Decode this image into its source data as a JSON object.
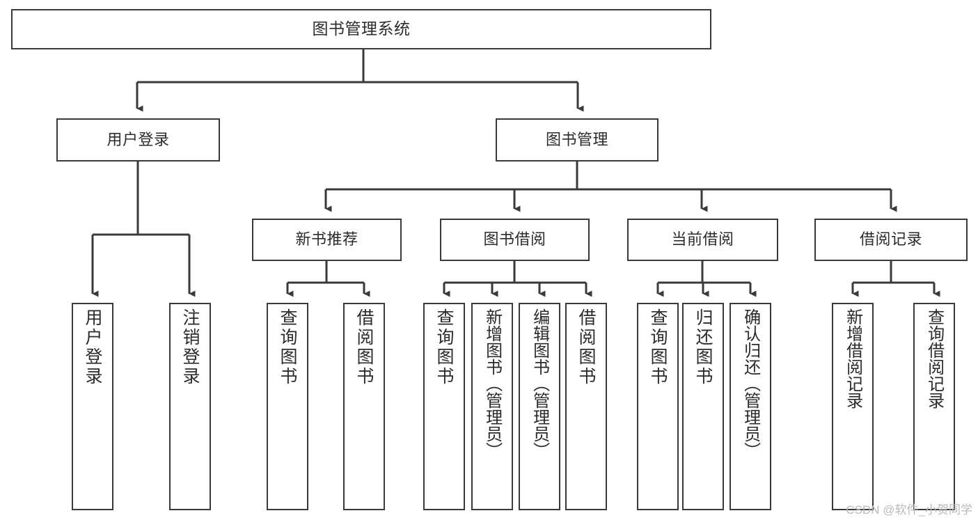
{
  "diagram": {
    "type": "tree",
    "title": "图书管理系统",
    "orientation": "top-down",
    "colors": {
      "stroke": "#3a3a3a",
      "text": "#2b2b2b",
      "background": "#ffffff",
      "watermark": "#b9b9b9"
    },
    "levels": {
      "root": {
        "label": "图书管理系统"
      },
      "level1": [
        {
          "id": "user-login",
          "label": "用户登录"
        },
        {
          "id": "book-manage",
          "label": "图书管理"
        }
      ],
      "level2": [
        {
          "id": "new-book-rec",
          "label": "新书推荐",
          "parent": "book-manage"
        },
        {
          "id": "book-borrow",
          "label": "图书借阅",
          "parent": "book-manage"
        },
        {
          "id": "current-borrow",
          "label": "当前借阅",
          "parent": "book-manage"
        },
        {
          "id": "borrow-record",
          "label": "借阅记录",
          "parent": "book-manage"
        }
      ],
      "leaves": [
        {
          "id": "leaf-user-login",
          "label": "用户登录",
          "parent": "user-login"
        },
        {
          "id": "leaf-logout",
          "label": "注销登录",
          "parent": "user-login"
        },
        {
          "id": "leaf-query-book-1",
          "label": "查询图书",
          "parent": "new-book-rec"
        },
        {
          "id": "leaf-borrow-book-1",
          "label": "借阅图书",
          "parent": "new-book-rec"
        },
        {
          "id": "leaf-query-book-2",
          "label": "查询图书",
          "parent": "book-borrow"
        },
        {
          "id": "leaf-add-book",
          "label": "新增图书（管理员）",
          "parent": "book-borrow"
        },
        {
          "id": "leaf-edit-book",
          "label": "编辑图书（管理员）",
          "parent": "book-borrow"
        },
        {
          "id": "leaf-borrow-book-2",
          "label": "借阅图书",
          "parent": "book-borrow"
        },
        {
          "id": "leaf-query-book-3",
          "label": "查询图书",
          "parent": "current-borrow"
        },
        {
          "id": "leaf-return-book",
          "label": "归还图书",
          "parent": "current-borrow"
        },
        {
          "id": "leaf-confirm-return",
          "label": "确认归还（管理员）",
          "parent": "current-borrow"
        },
        {
          "id": "leaf-add-record",
          "label": "新增借阅记录",
          "parent": "borrow-record"
        },
        {
          "id": "leaf-query-record",
          "label": "查询借阅记录",
          "parent": "borrow-record"
        }
      ]
    }
  },
  "watermark": {
    "text": "CSDN @软件_小贺同学"
  }
}
